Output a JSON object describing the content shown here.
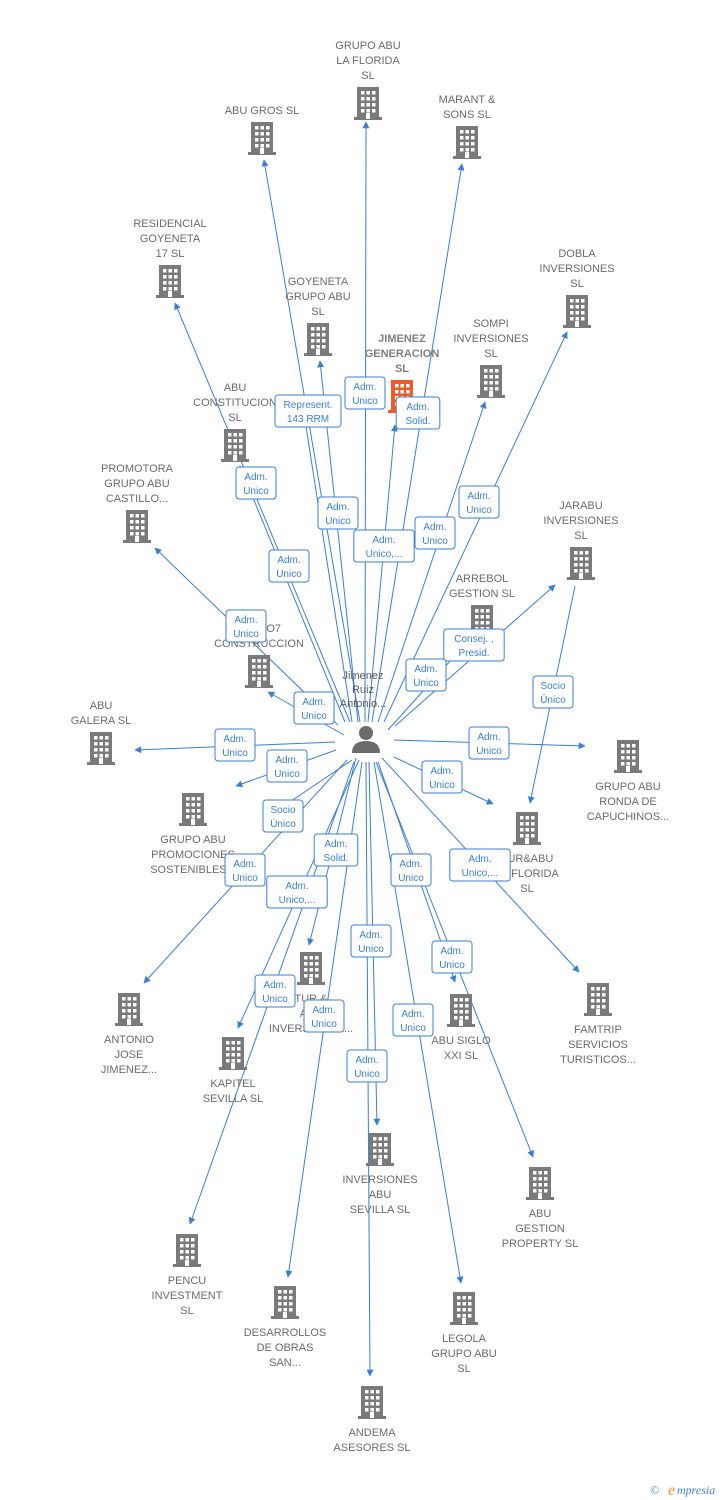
{
  "center": {
    "lines": [
      "Jimenez",
      "Ruiz",
      "Antonio..."
    ]
  },
  "nodes": [
    {
      "id": "grupo-abu-la-florida",
      "lines": [
        "GRUPO ABU",
        "LA FLORIDA",
        "SL"
      ],
      "highlight": false
    },
    {
      "id": "abu-gros",
      "lines": [
        "ABU GROS  SL"
      ],
      "highlight": false
    },
    {
      "id": "marant-sons",
      "lines": [
        "MARANT &",
        "SONS  SL"
      ],
      "highlight": false
    },
    {
      "id": "residencial-goyeneta",
      "lines": [
        "RESIDENCIAL",
        "GOYENETA",
        "17  SL"
      ],
      "highlight": false
    },
    {
      "id": "dobla-inversiones",
      "lines": [
        "DOBLA",
        "INVERSIONES",
        "SL"
      ],
      "highlight": false
    },
    {
      "id": "goyeneta-grupo-abu",
      "lines": [
        "GOYENETA",
        "GRUPO ABU",
        "SL"
      ],
      "highlight": false
    },
    {
      "id": "jimenez-generacion",
      "lines": [
        "JIMENEZ",
        "GENERACION",
        "SL"
      ],
      "highlight": true
    },
    {
      "id": "sompi-inversiones",
      "lines": [
        "SOMPI",
        "INVERSIONES",
        "SL"
      ],
      "highlight": false
    },
    {
      "id": "abu-constitucion",
      "lines": [
        "ABU",
        "CONSTITUCION",
        "SL"
      ],
      "highlight": false
    },
    {
      "id": "promotora-grupo-abu",
      "lines": [
        "PROMOTORA",
        "GRUPO ABU",
        "CASTILLO..."
      ],
      "highlight": false
    },
    {
      "id": "jarabu-inversiones",
      "lines": [
        "JARABU",
        "INVERSIONES",
        "SL"
      ],
      "highlight": false
    },
    {
      "id": "arrebol-gestion",
      "lines": [
        "ARREBOL",
        "GESTION  SL"
      ],
      "highlight": false
    },
    {
      "id": "sabao7",
      "lines": [
        "SABAO7",
        "CONSTRUCCION"
      ],
      "highlight": false
    },
    {
      "id": "abu-galera",
      "lines": [
        "ABU",
        "GALERA  SL"
      ],
      "highlight": false
    },
    {
      "id": "grupo-abu-ronda",
      "lines": [
        "GRUPO ABU",
        "RONDA DE",
        "CAPUCHINOS..."
      ],
      "highlight": false
    },
    {
      "id": "grupo-abu-promociones",
      "lines": [
        "GRUPO ABU",
        "PROMOCIONES",
        "SOSTENIBLES..."
      ],
      "highlight": false
    },
    {
      "id": "tur-abu-florida",
      "lines": [
        "TUR&ABU",
        "LA FLORIDA",
        "SL"
      ],
      "highlight": false
    },
    {
      "id": "tur-abu-inversiones",
      "lines": [
        "TUR &",
        "ABU",
        "INVERSIONES..."
      ],
      "highlight": false
    },
    {
      "id": "antonio-jose-jimenez",
      "lines": [
        "ANTONIO",
        "JOSE",
        "JIMENEZ..."
      ],
      "highlight": false
    },
    {
      "id": "famtrip",
      "lines": [
        "FAMTRIP",
        "SERVICIOS",
        "TURISTICOS..."
      ],
      "highlight": false
    },
    {
      "id": "abu-siglo-xxi",
      "lines": [
        "ABU SIGLO",
        "XXI  SL"
      ],
      "highlight": false
    },
    {
      "id": "kapitel-sevilla",
      "lines": [
        "KAPITEL",
        "SEVILLA  SL"
      ],
      "highlight": false
    },
    {
      "id": "inversiones-abu-sevilla",
      "lines": [
        "INVERSIONES",
        "ABU",
        "SEVILLA  SL"
      ],
      "highlight": false
    },
    {
      "id": "abu-gestion-property",
      "lines": [
        "ABU",
        "GESTION",
        "PROPERTY  SL"
      ],
      "highlight": false
    },
    {
      "id": "pencu-investment",
      "lines": [
        "PENCU",
        "INVESTMENT",
        "SL"
      ],
      "highlight": false
    },
    {
      "id": "desarrollos-obras",
      "lines": [
        "DESARROLLOS",
        "DE OBRAS",
        "SAN..."
      ],
      "highlight": false
    },
    {
      "id": "legola-grupo-abu",
      "lines": [
        "LEGOLA",
        "GRUPO ABU",
        "SL"
      ],
      "highlight": false
    },
    {
      "id": "andema-asesores",
      "lines": [
        "ANDEMA",
        "ASESORES  SL"
      ],
      "highlight": false
    }
  ],
  "relations": [
    {
      "target": "grupo-abu-la-florida",
      "badge": [
        "Adm.",
        "Unico"
      ]
    },
    {
      "target": "abu-gros",
      "badge": [
        "Adm.",
        "Unico"
      ]
    },
    {
      "target": "marant-sons",
      "badge": [
        "Adm.",
        "Solid."
      ]
    },
    {
      "target": "residencial-goyeneta",
      "badge": [
        "Adm.",
        "Unico"
      ]
    },
    {
      "target": "dobla-inversiones",
      "badge": [
        "Adm.",
        "Unico"
      ]
    },
    {
      "target": "goyeneta-grupo-abu",
      "badge": [
        "Adm.",
        "Unico"
      ]
    },
    {
      "target": "jimenez-generacion",
      "badge": [
        "Represent.",
        "143 RRM"
      ]
    },
    {
      "target": "jimenez-generacion",
      "badge": [
        "Adm.",
        "Unico,..."
      ]
    },
    {
      "target": "sompi-inversiones",
      "badge": [
        "Adm.",
        "Unico"
      ]
    },
    {
      "target": "abu-constitucion",
      "badge": [
        "Adm.",
        "Unico"
      ]
    },
    {
      "target": "promotora-grupo-abu",
      "badge": [
        "Adm.",
        "Unico"
      ]
    },
    {
      "target": "jarabu-inversiones",
      "badge": [
        "Consej. ,",
        "Presid."
      ]
    },
    {
      "target": "arrebol-gestion",
      "badge": [
        "Adm.",
        "Unico"
      ]
    },
    {
      "target": "sabao7",
      "badge": [
        "Adm.",
        "Unico"
      ]
    },
    {
      "target": "abu-galera",
      "badge": [
        "Adm.",
        "Unico"
      ]
    },
    {
      "target": "grupo-abu-ronda",
      "badge": [
        "Adm.",
        "Unico"
      ]
    },
    {
      "target": "grupo-abu-promociones",
      "badge": [
        "Adm.",
        "Unico"
      ]
    },
    {
      "target": "tur-abu-florida",
      "badge": [
        "Adm.",
        "Unico"
      ]
    },
    {
      "target": "tur-abu-florida",
      "badge": [
        "Socio",
        "Único"
      ]
    },
    {
      "target": "tur-abu-inversiones",
      "badge": [
        "Socio",
        "Único"
      ]
    },
    {
      "target": "tur-abu-inversiones",
      "badge": [
        "Adm.",
        "Unico,..."
      ]
    },
    {
      "target": "antonio-jose-jimenez",
      "badge": [
        "Adm.",
        "Unico"
      ]
    },
    {
      "target": "famtrip",
      "badge": [
        "Adm.",
        "Unico,..."
      ]
    },
    {
      "target": "abu-siglo-xxi",
      "badge": [
        "Adm.",
        "Unico"
      ]
    },
    {
      "target": "kapitel-sevilla",
      "badge": [
        "Adm.",
        "Solid."
      ]
    },
    {
      "target": "inversiones-abu-sevilla",
      "badge": [
        "Adm.",
        "Unico"
      ]
    },
    {
      "target": "abu-gestion-property",
      "badge": [
        "Adm.",
        "Unico"
      ]
    },
    {
      "target": "pencu-investment",
      "badge": [
        "Adm.",
        "Unico"
      ]
    },
    {
      "target": "desarrollos-obras",
      "badge": [
        "Adm.",
        "Unico"
      ]
    },
    {
      "target": "legola-grupo-abu",
      "badge": [
        "Adm.",
        "Unico"
      ]
    },
    {
      "target": "andema-asesores",
      "badge": [
        "Adm.",
        "Unico"
      ]
    }
  ],
  "footer": {
    "copyright": "©",
    "brand_initial": "e",
    "brand_rest": "mpresia"
  },
  "colors": {
    "edge": "#3a7fd5",
    "building": "#7a7a7a",
    "building_highlight": "#f05a28",
    "person": "#6b6b6b"
  }
}
